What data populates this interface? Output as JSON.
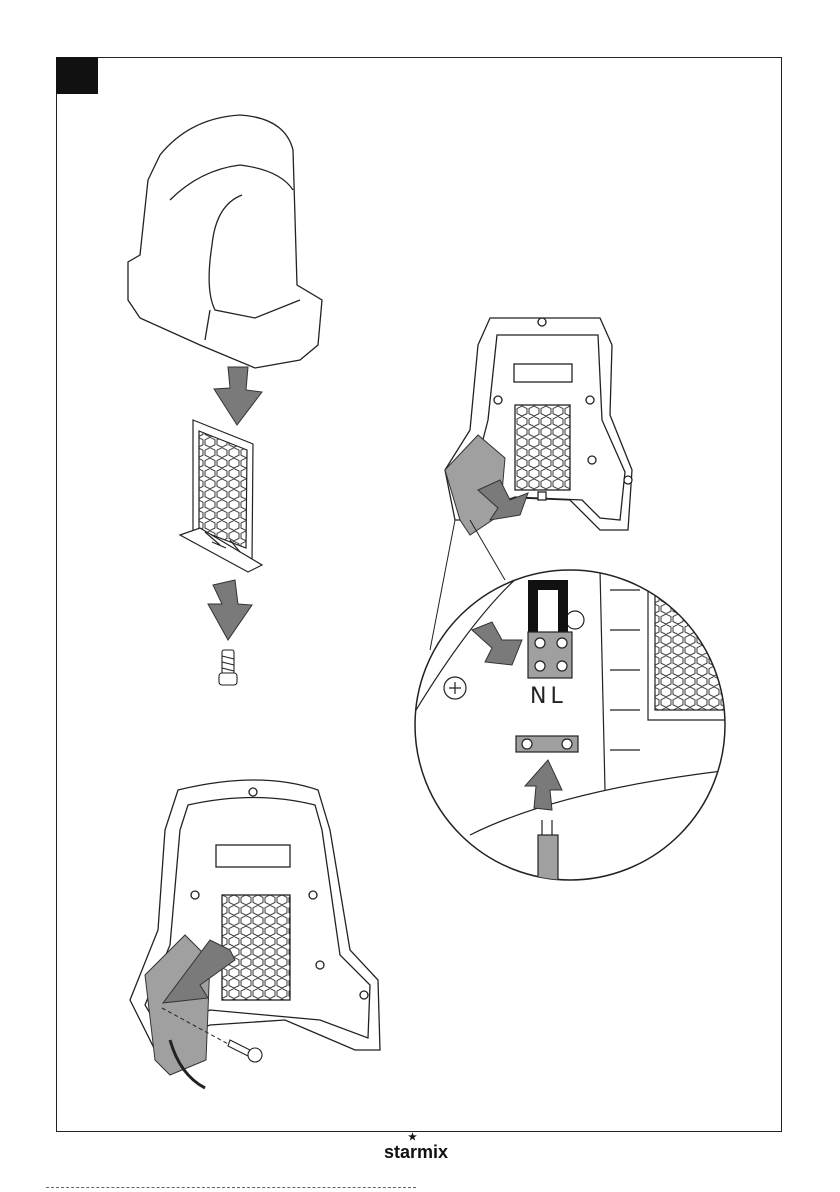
{
  "diagram": {
    "step_marker": "",
    "terminals": {
      "neutral": "N",
      "live": "L"
    }
  },
  "brand": {
    "logo_text": "starmix",
    "logo_mark": "★"
  },
  "colors": {
    "arrow": "#7a7a7a",
    "line": "#222222",
    "fill": "#ffffff",
    "shade": "#a0a0a0"
  }
}
